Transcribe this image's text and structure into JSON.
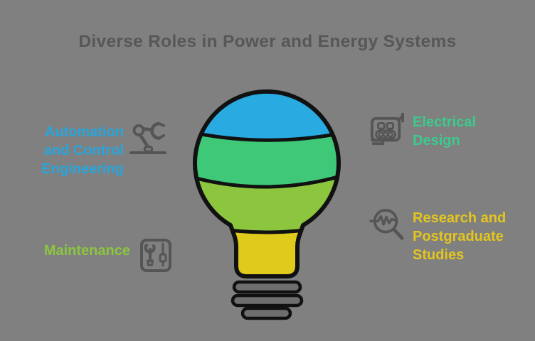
{
  "title": "Diverse Roles in Power and Energy Systems",
  "colors": {
    "background": "#808080",
    "title-text": "#575757",
    "icon": "#555555",
    "automation": "#28A5DB",
    "maintenance": "#8CC63F",
    "electrical": "#3BCB8C",
    "research": "#E3C51D",
    "bulb-blue": "#29ABE2",
    "bulb-teal": "#3EC878",
    "bulb-green": "#8CC63F",
    "bulb-yellow": "#E0CB1C",
    "bulb-outline": "#111111",
    "thread-fill": "#6E6E6E"
  },
  "roles": [
    {
      "id": "automation",
      "label": "Automation\nand Control\nEngineering",
      "icon": "robot-arm-icon",
      "color": "#28A5DB",
      "side": "left-top"
    },
    {
      "id": "maintenance",
      "label": "Maintenance",
      "icon": "tools-icon",
      "color": "#8CC63F",
      "side": "left-bottom"
    },
    {
      "id": "electrical",
      "label": "Electrical\nDesign",
      "icon": "blueprint-icon",
      "color": "#3BCB8C",
      "side": "right-top"
    },
    {
      "id": "research",
      "label": "Research and\nPostgraduate\nStudies",
      "icon": "magnifier-chart-icon",
      "color": "#E3C51D",
      "side": "right-bottom"
    }
  ],
  "bulb": {
    "segment_colors_top_to_bottom": [
      "#29ABE2",
      "#3EC878",
      "#8CC63F",
      "#E0CB1C"
    ]
  }
}
